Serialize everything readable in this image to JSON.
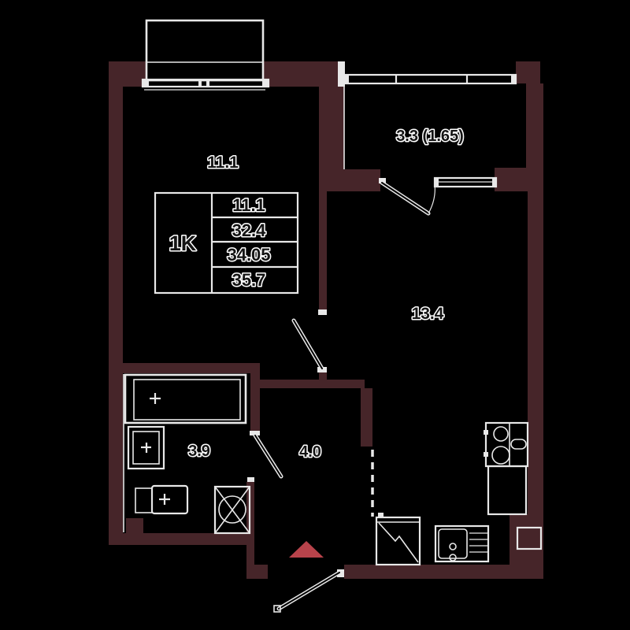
{
  "plan": {
    "unit_type": "1K",
    "area_table": {
      "type_label": "1K",
      "rows": [
        "11.1",
        "32.4",
        "34.05",
        "35.7"
      ]
    },
    "rooms": [
      {
        "id": "living-room",
        "label": "11.1"
      },
      {
        "id": "balcony",
        "label": "3.3 (1.65)"
      },
      {
        "id": "kitchen-living",
        "label": "13.4"
      },
      {
        "id": "bathroom",
        "label": "3.9"
      },
      {
        "id": "hall",
        "label": "4.0"
      }
    ],
    "colors": {
      "wall": "#462529",
      "line": "#e8e8e8",
      "entrance_marker": "#b8434b",
      "text": "#141414",
      "background": "#000000"
    }
  }
}
